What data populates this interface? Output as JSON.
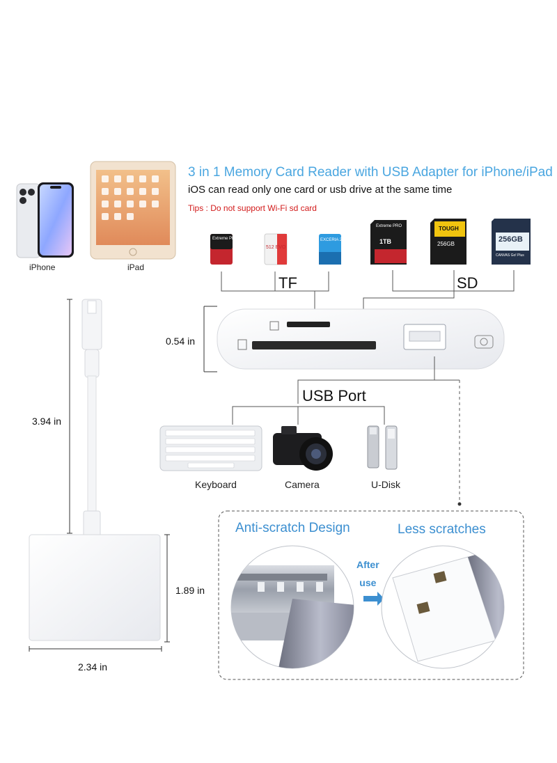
{
  "devices": {
    "iphone": "iPhone",
    "ipad": "iPad"
  },
  "headline": "3 in 1 Memory Card Reader with USB Adapter for iPhone/iPad",
  "subline": "iOS can read only one card or usb drive at the same time",
  "tips": "Tips : Do not support Wi-Fi sd card",
  "tf_cards": [
    "Extreme PRO",
    "512 EVO",
    "EXCERIA 256"
  ],
  "sd_cards": [
    {
      "brand": "Extreme PRO",
      "size": "1TB"
    },
    {
      "brand": "TOUGH",
      "size": "256GB"
    },
    {
      "brand": "256GB",
      "size": "CANVAS Go! Plus"
    }
  ],
  "labels": {
    "tf": "TF",
    "sd": "SD",
    "usb_port": "USB Port"
  },
  "peripherals": [
    "Keyboard",
    "Camera",
    "U-Disk"
  ],
  "dimensions": {
    "reader_height": "0.54 in",
    "cable_length": "3.94 in",
    "body_height": "1.89 in",
    "body_width": "2.34 in"
  },
  "comparison": {
    "left_title": "Anti-scratch Design",
    "right_title": "Less  scratches",
    "after_line1": "After",
    "after_line2": "use"
  },
  "colors": {
    "accent_blue": "#3c8fd0",
    "headline_blue": "#4aa6e0",
    "tips_red": "#d21a1a"
  }
}
